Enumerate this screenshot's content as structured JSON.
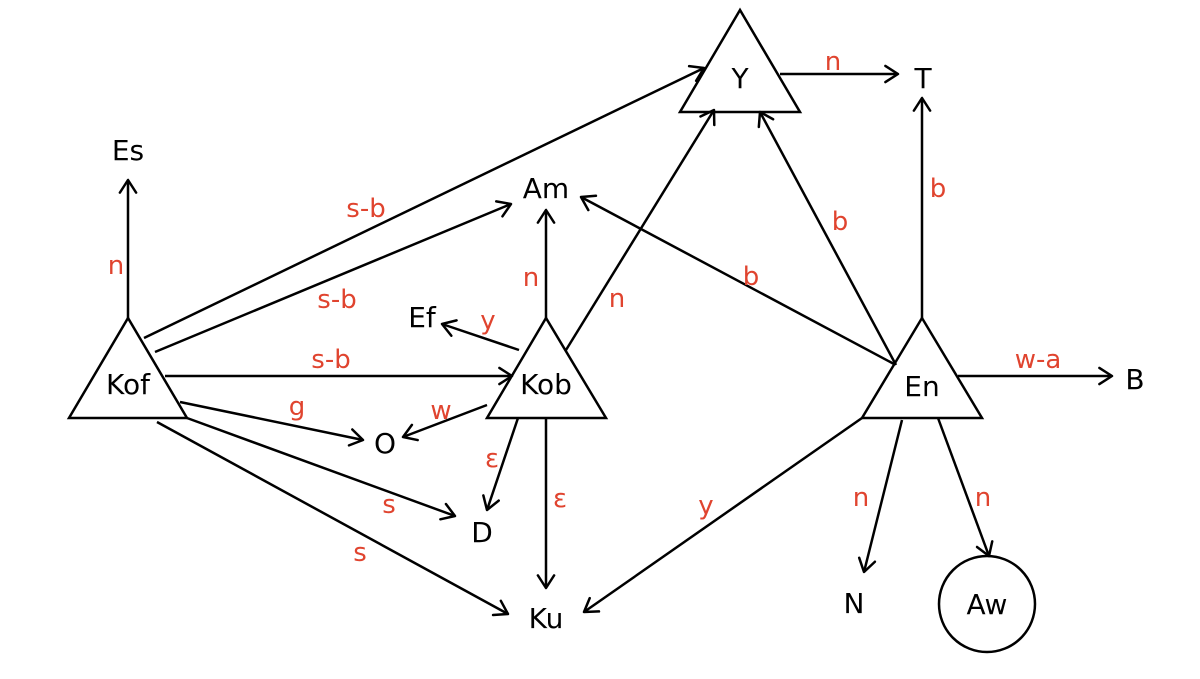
{
  "colors": {
    "line": "#000000",
    "edge_label": "#e0442f"
  },
  "nodes": {
    "Y": "Y",
    "T": "T",
    "Es": "Es",
    "Am": "Am",
    "Ef": "Ef",
    "Kof": "Kof",
    "Kob": "Kob",
    "En": "En",
    "B": "B",
    "O": "O",
    "D": "D",
    "Ku": "Ku",
    "N": "N",
    "Aw": "Aw"
  },
  "edges": [
    {
      "id": "kof-es",
      "from": "Kof",
      "to": "Es",
      "label": "n"
    },
    {
      "id": "kof-y",
      "from": "Kof",
      "to": "Y",
      "label": "s-b"
    },
    {
      "id": "kof-am",
      "from": "Kof",
      "to": "Am",
      "label": "s-b"
    },
    {
      "id": "kof-kob",
      "from": "Kof",
      "to": "Kob",
      "label": "s-b"
    },
    {
      "id": "kof-o",
      "from": "Kof",
      "to": "O",
      "label": "g"
    },
    {
      "id": "kof-d",
      "from": "Kof",
      "to": "D",
      "label": "s"
    },
    {
      "id": "kof-ku",
      "from": "Kof",
      "to": "Ku",
      "label": "s"
    },
    {
      "id": "kob-am",
      "from": "Kob",
      "to": "Am",
      "label": "n"
    },
    {
      "id": "kob-y",
      "from": "Kob",
      "to": "Y",
      "label": "n"
    },
    {
      "id": "kob-ef",
      "from": "Kob",
      "to": "Ef",
      "label": "y"
    },
    {
      "id": "kob-o",
      "from": "Kob",
      "to": "O",
      "label": "w"
    },
    {
      "id": "kob-d",
      "from": "Kob",
      "to": "D",
      "label": "ε"
    },
    {
      "id": "kob-ku",
      "from": "Kob",
      "to": "Ku",
      "label": "ε"
    },
    {
      "id": "y-t",
      "from": "Y",
      "to": "T",
      "label": "n"
    },
    {
      "id": "en-y",
      "from": "En",
      "to": "Y",
      "label": "b"
    },
    {
      "id": "en-am",
      "from": "En",
      "to": "Am",
      "label": "b"
    },
    {
      "id": "en-t",
      "from": "En",
      "to": "T",
      "label": "b"
    },
    {
      "id": "en-b",
      "from": "En",
      "to": "B",
      "label": "w-a"
    },
    {
      "id": "en-ku",
      "from": "En",
      "to": "Ku",
      "label": "y"
    },
    {
      "id": "en-n",
      "from": "En",
      "to": "N",
      "label": "n"
    },
    {
      "id": "en-aw",
      "from": "En",
      "to": "Aw",
      "label": "n"
    }
  ]
}
